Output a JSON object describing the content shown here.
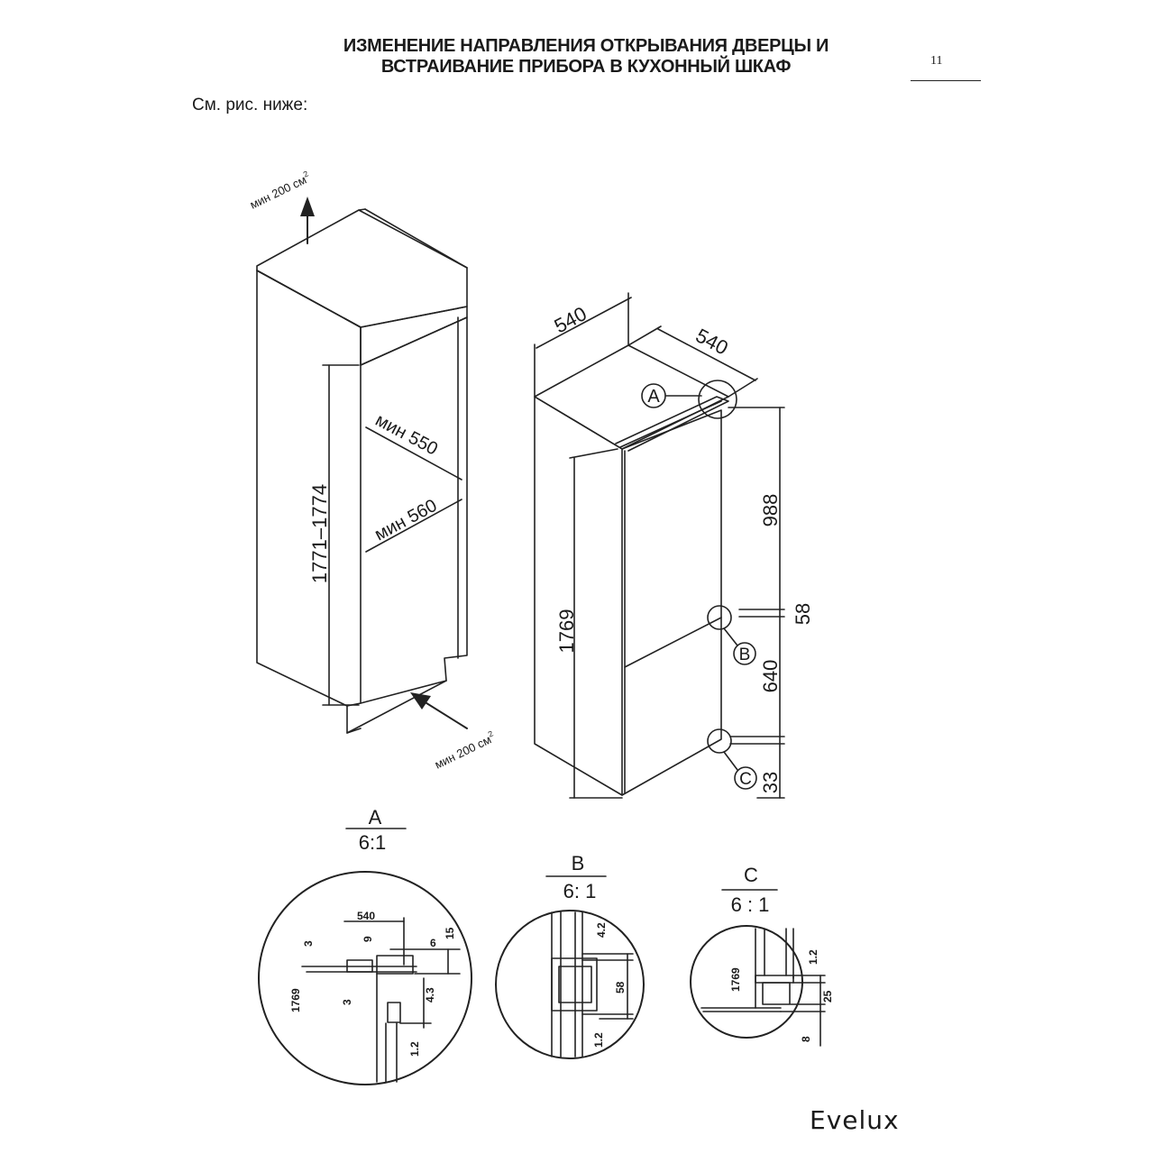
{
  "header": {
    "title_line1": "ИЗМЕНЕНИЕ НАПРАВЛЕНИЯ ОТКРЫВАНИЯ ДВЕРЦЫ И",
    "title_line2": "ВСТРАИВАНИЕ ПРИБОРА В КУХОННЫЙ ШКАФ",
    "page_number": "11"
  },
  "intro": "См. рис. ниже:",
  "cabinet": {
    "vent_top": "мин 200 см",
    "vent_bottom": "мин 200 см",
    "sup": "2",
    "height": "1771–1774",
    "depth_min": "мин 550",
    "width_min": "мин 560"
  },
  "appliance": {
    "width": "540",
    "depth": "540",
    "height": "1769",
    "dim_988": "988",
    "dim_58": "58",
    "dim_640": "640",
    "dim_33": "33",
    "marker_a": "A",
    "marker_b": "B",
    "marker_c": "C"
  },
  "details": {
    "a": {
      "label": "A",
      "scale": "6:1",
      "d540": "540",
      "d3_top": "3",
      "d9": "9",
      "d6": "6",
      "d15": "15",
      "d1769": "1769",
      "d3_bottom": "3",
      "d43": "4.3",
      "d12": "1.2"
    },
    "b": {
      "label": "B",
      "scale": "6: 1",
      "d42": "4.2",
      "d58": "58",
      "d12": "1.2"
    },
    "c": {
      "label": "C",
      "scale": "6 : 1",
      "d12": "1.2",
      "d1769": "1769",
      "d25": "25",
      "d8": "8"
    }
  },
  "brand": "Evelux"
}
